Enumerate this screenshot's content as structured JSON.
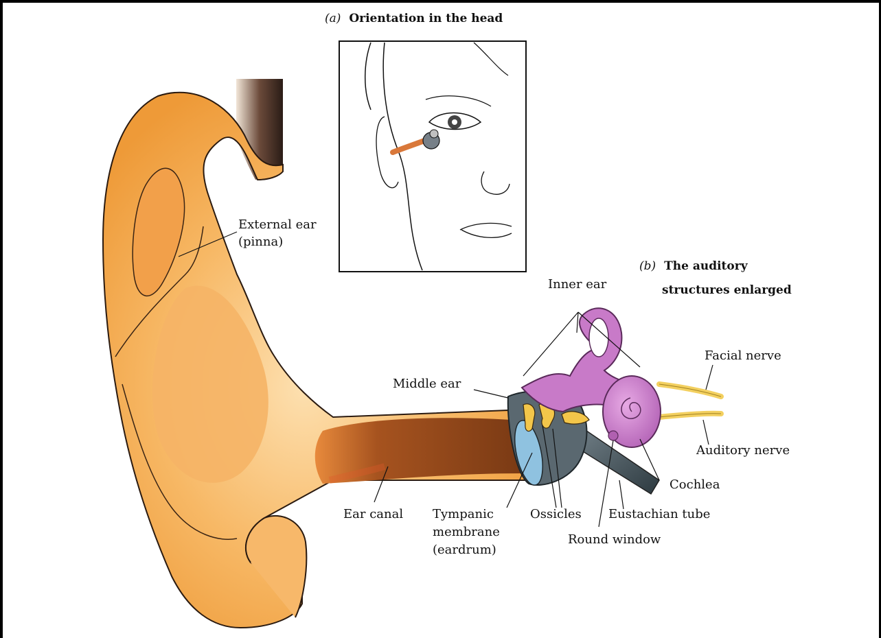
{
  "captions": {
    "a_letter": "(a)",
    "a_text": "Orientation in the head",
    "b_letter": "(b)",
    "b_line1": "The auditory",
    "b_line2": "structures enlarged"
  },
  "labels": {
    "external_ear_1": "External ear",
    "external_ear_2": "(pinna)",
    "inner_ear": "Inner ear",
    "facial_nerve": "Facial nerve",
    "middle_ear": "Middle ear",
    "auditory_nerve": "Auditory nerve",
    "cochlea": "Cochlea",
    "ear_canal": "Ear canal",
    "tympanic_1": "Tympanic",
    "tympanic_2": "membrane",
    "tympanic_3": "(eardrum)",
    "ossicles": "Ossicles",
    "eustachian_tube": "Eustachian tube",
    "round_window": "Round window"
  },
  "colors": {
    "skin": "#f4a646",
    "skin_light": "#fbd08e",
    "canal_dark": "#9a4a1c",
    "inner_ear": "#c87ac8",
    "bone": "#f2c64a",
    "middle_gray": "#5a6870",
    "eardrum": "#7fb6d8",
    "nerve": "#f3d060"
  }
}
